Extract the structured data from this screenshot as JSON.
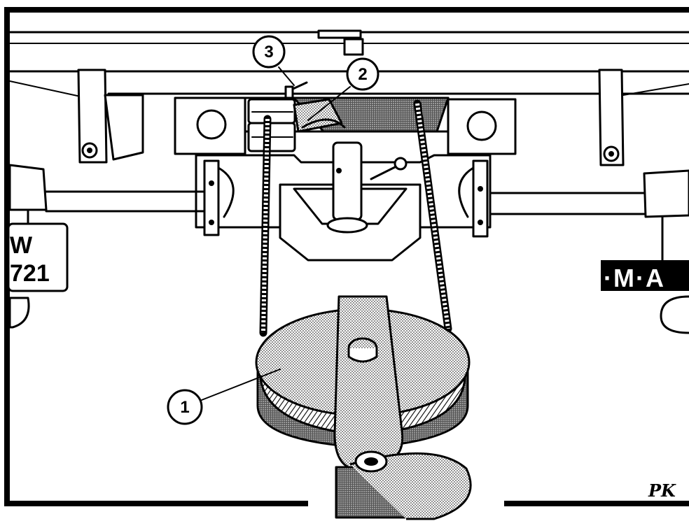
{
  "callouts": [
    {
      "number": "1",
      "target": "pulley-block"
    },
    {
      "number": "2",
      "target": "rope-clamp"
    },
    {
      "number": "3",
      "target": "locking-pin"
    }
  ],
  "license_plate": {
    "line1": "W",
    "line2": "721"
  },
  "badge": {
    "text": "·M·A"
  },
  "signature": {
    "text": "PK"
  }
}
